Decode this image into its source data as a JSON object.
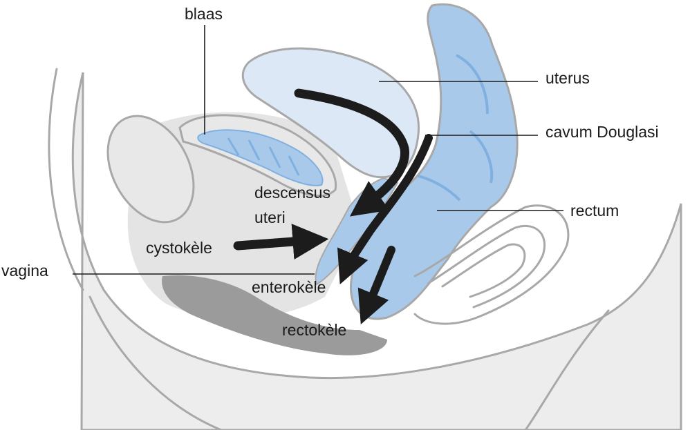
{
  "labels": {
    "blaas": "blaas",
    "uterus": "uterus",
    "cavum_douglasi": "cavum Douglasi",
    "rectum": "rectum",
    "descensus_line1": "descensus",
    "descensus_line2": "uteri",
    "cystokele": "cystokèle",
    "vagina": "vagina",
    "enterokele": "enterokèle",
    "rectokele": "rectokèle"
  },
  "colors": {
    "tissue_light": "#ededed",
    "tissue_mid": "#dcdcdc",
    "outline": "#a8a8a8",
    "dark_grey": "#9b9b9b",
    "organ_blue": "#a9c9ea",
    "organ_blue_dark": "#7fb0e0",
    "uterus_fill": "#dde8f6",
    "arrow": "#1c1c1c"
  }
}
